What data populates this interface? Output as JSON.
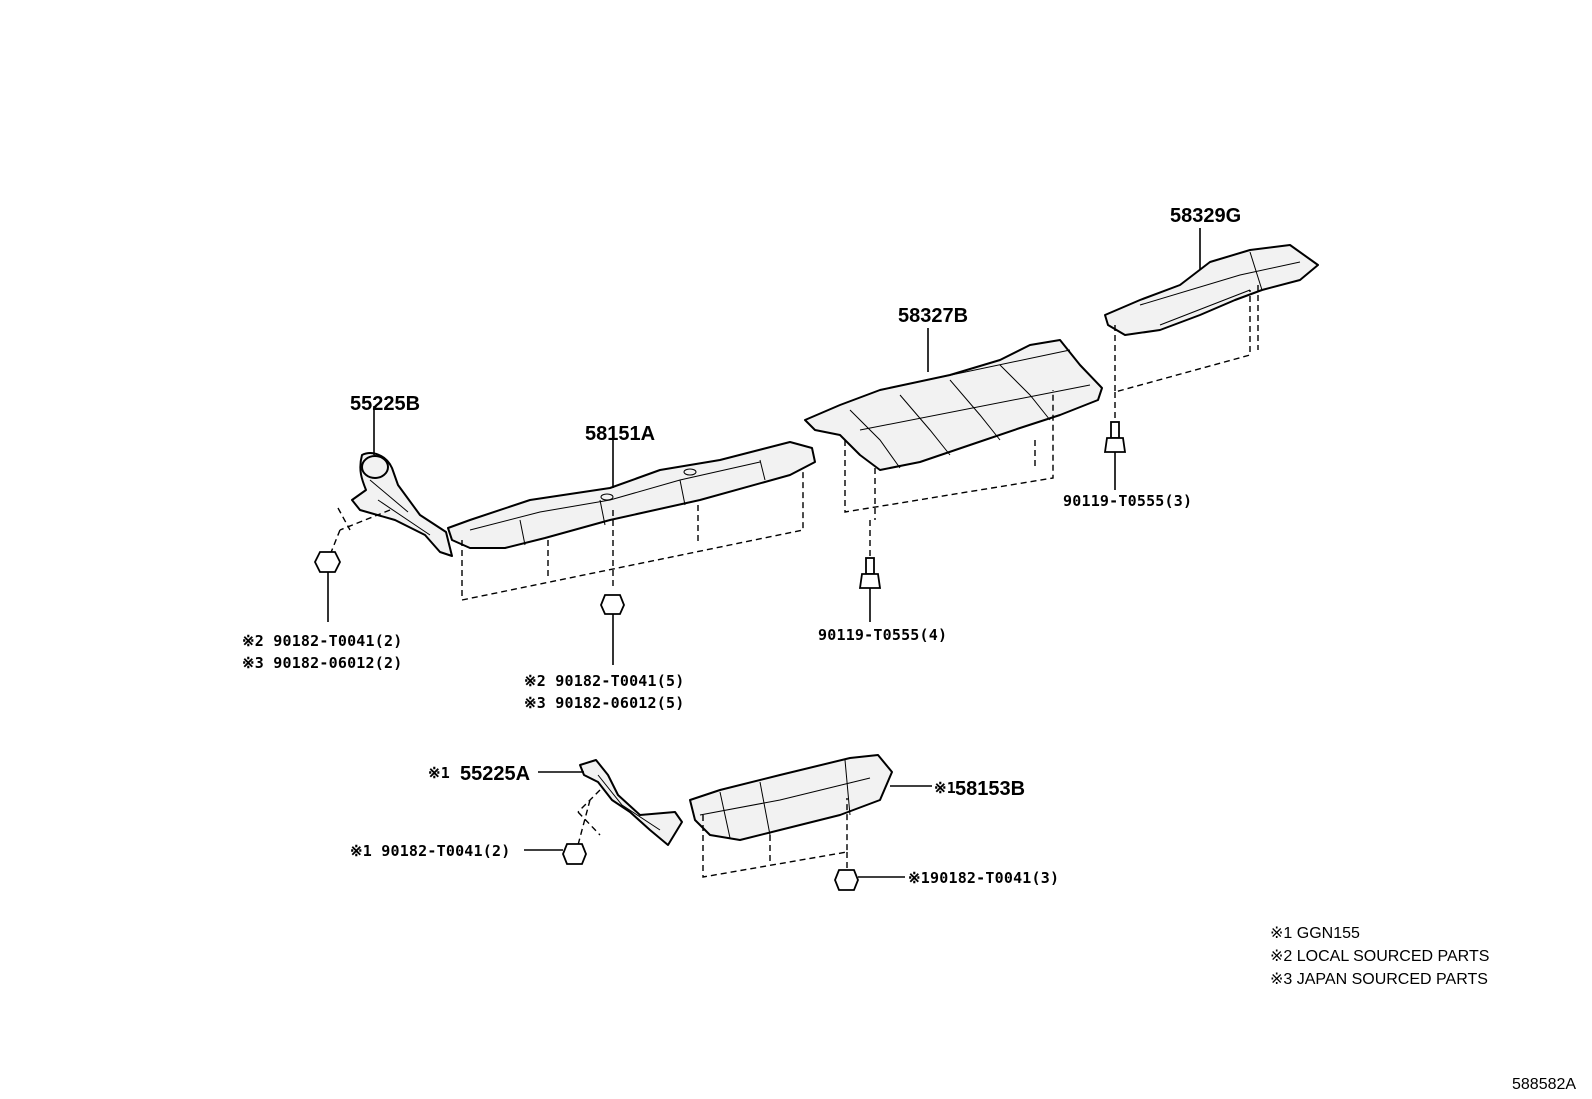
{
  "parts": {
    "p55225B": "55225B",
    "p58151A": "58151A",
    "p58327B": "58327B",
    "p58329G": "58329G",
    "p55225A": "55225A",
    "p58153B": "58153B"
  },
  "callouts": {
    "nut_left_a": "※2 90182-T0041(2)",
    "nut_left_b": "※3 90182-06012(2)",
    "nut_mid_a": "※2 90182-T0041(5)",
    "nut_mid_b": "※3 90182-06012(5)",
    "bolt_mid": "90119-T0555(4)",
    "bolt_right": "90119-T0555(3)",
    "lower_bracket_mark": "※1",
    "lower_shield_mark": "※1",
    "nut_lower_left": "※1 90182-T0041(2)",
    "nut_lower_right": "※190182-T0041(3)"
  },
  "notes": [
    "※1 GGN155",
    "※2  LOCAL SOURCED PARTS",
    "※3  JAPAN SOURCED PARTS"
  ],
  "figure_id": "588582A"
}
